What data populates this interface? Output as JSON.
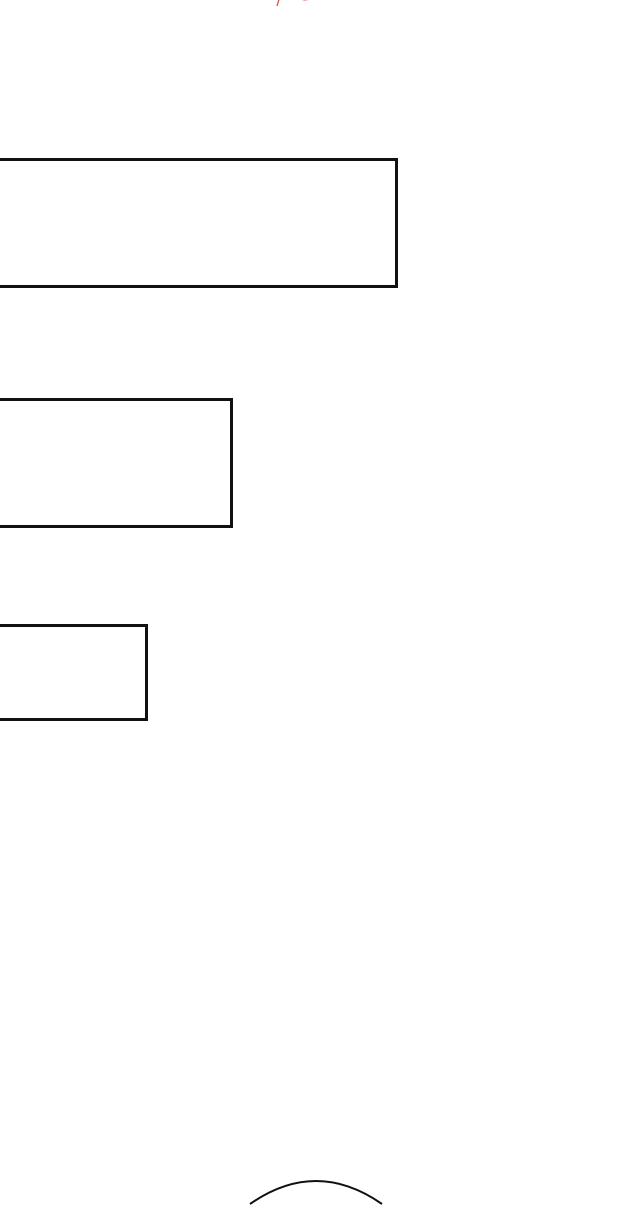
{
  "colors": {
    "background": "#ffffff",
    "outline": "#111111",
    "scribble": "#d04848"
  },
  "shapes": [
    "rectangle",
    "rectangle",
    "rectangle",
    "arc"
  ]
}
